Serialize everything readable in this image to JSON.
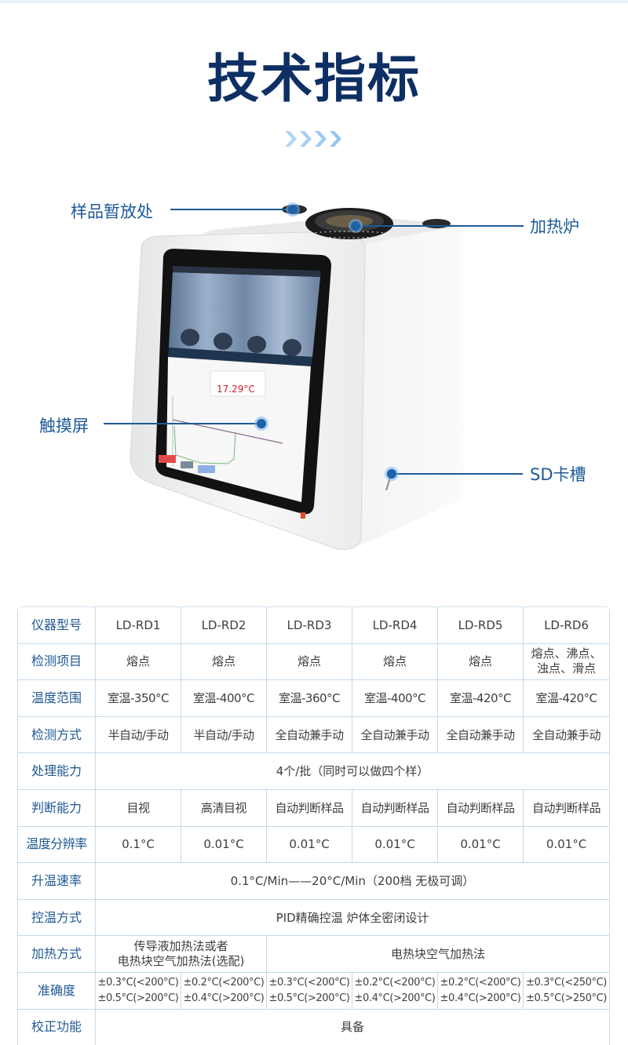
{
  "header": {
    "title": "技术指标",
    "chevron_icon": "double-chevron-right-icon",
    "chevron_count": 4,
    "accent_color": "#0e2f63",
    "chevron_color": "#9cc9f1"
  },
  "product": {
    "screen_temperature": "17.29°C",
    "callouts": [
      {
        "id": "sample-holder",
        "label": "样品暂放处"
      },
      {
        "id": "heating-furnace",
        "label": "加热炉"
      },
      {
        "id": "touchscreen",
        "label": "触摸屏"
      },
      {
        "id": "sd-slot",
        "label": "SD卡槽"
      }
    ],
    "callout_color": "#1c5a97"
  },
  "table": {
    "rows": [
      {
        "label": "仪器型号",
        "cells": [
          "LD-RD1",
          "LD-RD2",
          "LD-RD3",
          "LD-RD4",
          "LD-RD5",
          "LD-RD6"
        ]
      },
      {
        "label": "检测项目",
        "cells": [
          "熔点",
          "熔点",
          "熔点",
          "熔点",
          "熔点",
          "熔点、沸点、\n浊点、滑点"
        ]
      },
      {
        "label": "温度范围",
        "cells": [
          "室温-350°C",
          "室温-400°C",
          "室温-360°C",
          "室温-400°C",
          "室温-420°C",
          "室温-420°C"
        ]
      },
      {
        "label": "检测方式",
        "cells": [
          "半自动/手动",
          "半自动/手动",
          "全自动兼手动",
          "全自动兼手动",
          "全自动兼手动",
          "全自动兼手动"
        ]
      },
      {
        "label": "处理能力",
        "merged": "4个/批（同时可以做四个样）"
      },
      {
        "label": "判断能力",
        "cells": [
          "目视",
          "高清目视",
          "自动判断样品",
          "自动判断样品",
          "自动判断样品",
          "自动判断样品"
        ]
      },
      {
        "label": "温度分辨率",
        "cells": [
          "0.1°C",
          "0.01°C",
          "0.01°C",
          "0.01°C",
          "0.01°C",
          "0.01°C"
        ]
      },
      {
        "label": "升温速率",
        "merged": "0.1°C/Min——20°C/Min（200档 无极可调）"
      },
      {
        "label": "控温方式",
        "merged": "PID精确控温 炉体全密闭设计"
      },
      {
        "label": "加热方式",
        "span2": "传导液加热法或者\n电热块空气加热法(选配)",
        "span4": "电热块空气加热法"
      },
      {
        "label": "准确度",
        "cells": [
          "±0.3°C(<200°C)\n±0.5°C(>200°C)",
          "±0.2°C(<200°C)\n±0.4°C(>200°C)",
          "±0.3°C(<200°C)\n±0.5°C(>200°C)",
          "±0.2°C(<200°C)\n±0.4°C(>200°C)",
          "±0.2°C(<200°C)\n±0.4°C(>200°C)",
          "±0.3°C(<250°C)\n±0.5°C(>250°C)"
        ]
      },
      {
        "label": "校正功能",
        "merged": "具备"
      }
    ],
    "border_color": "#c6daea",
    "label_color": "#1f5893"
  }
}
